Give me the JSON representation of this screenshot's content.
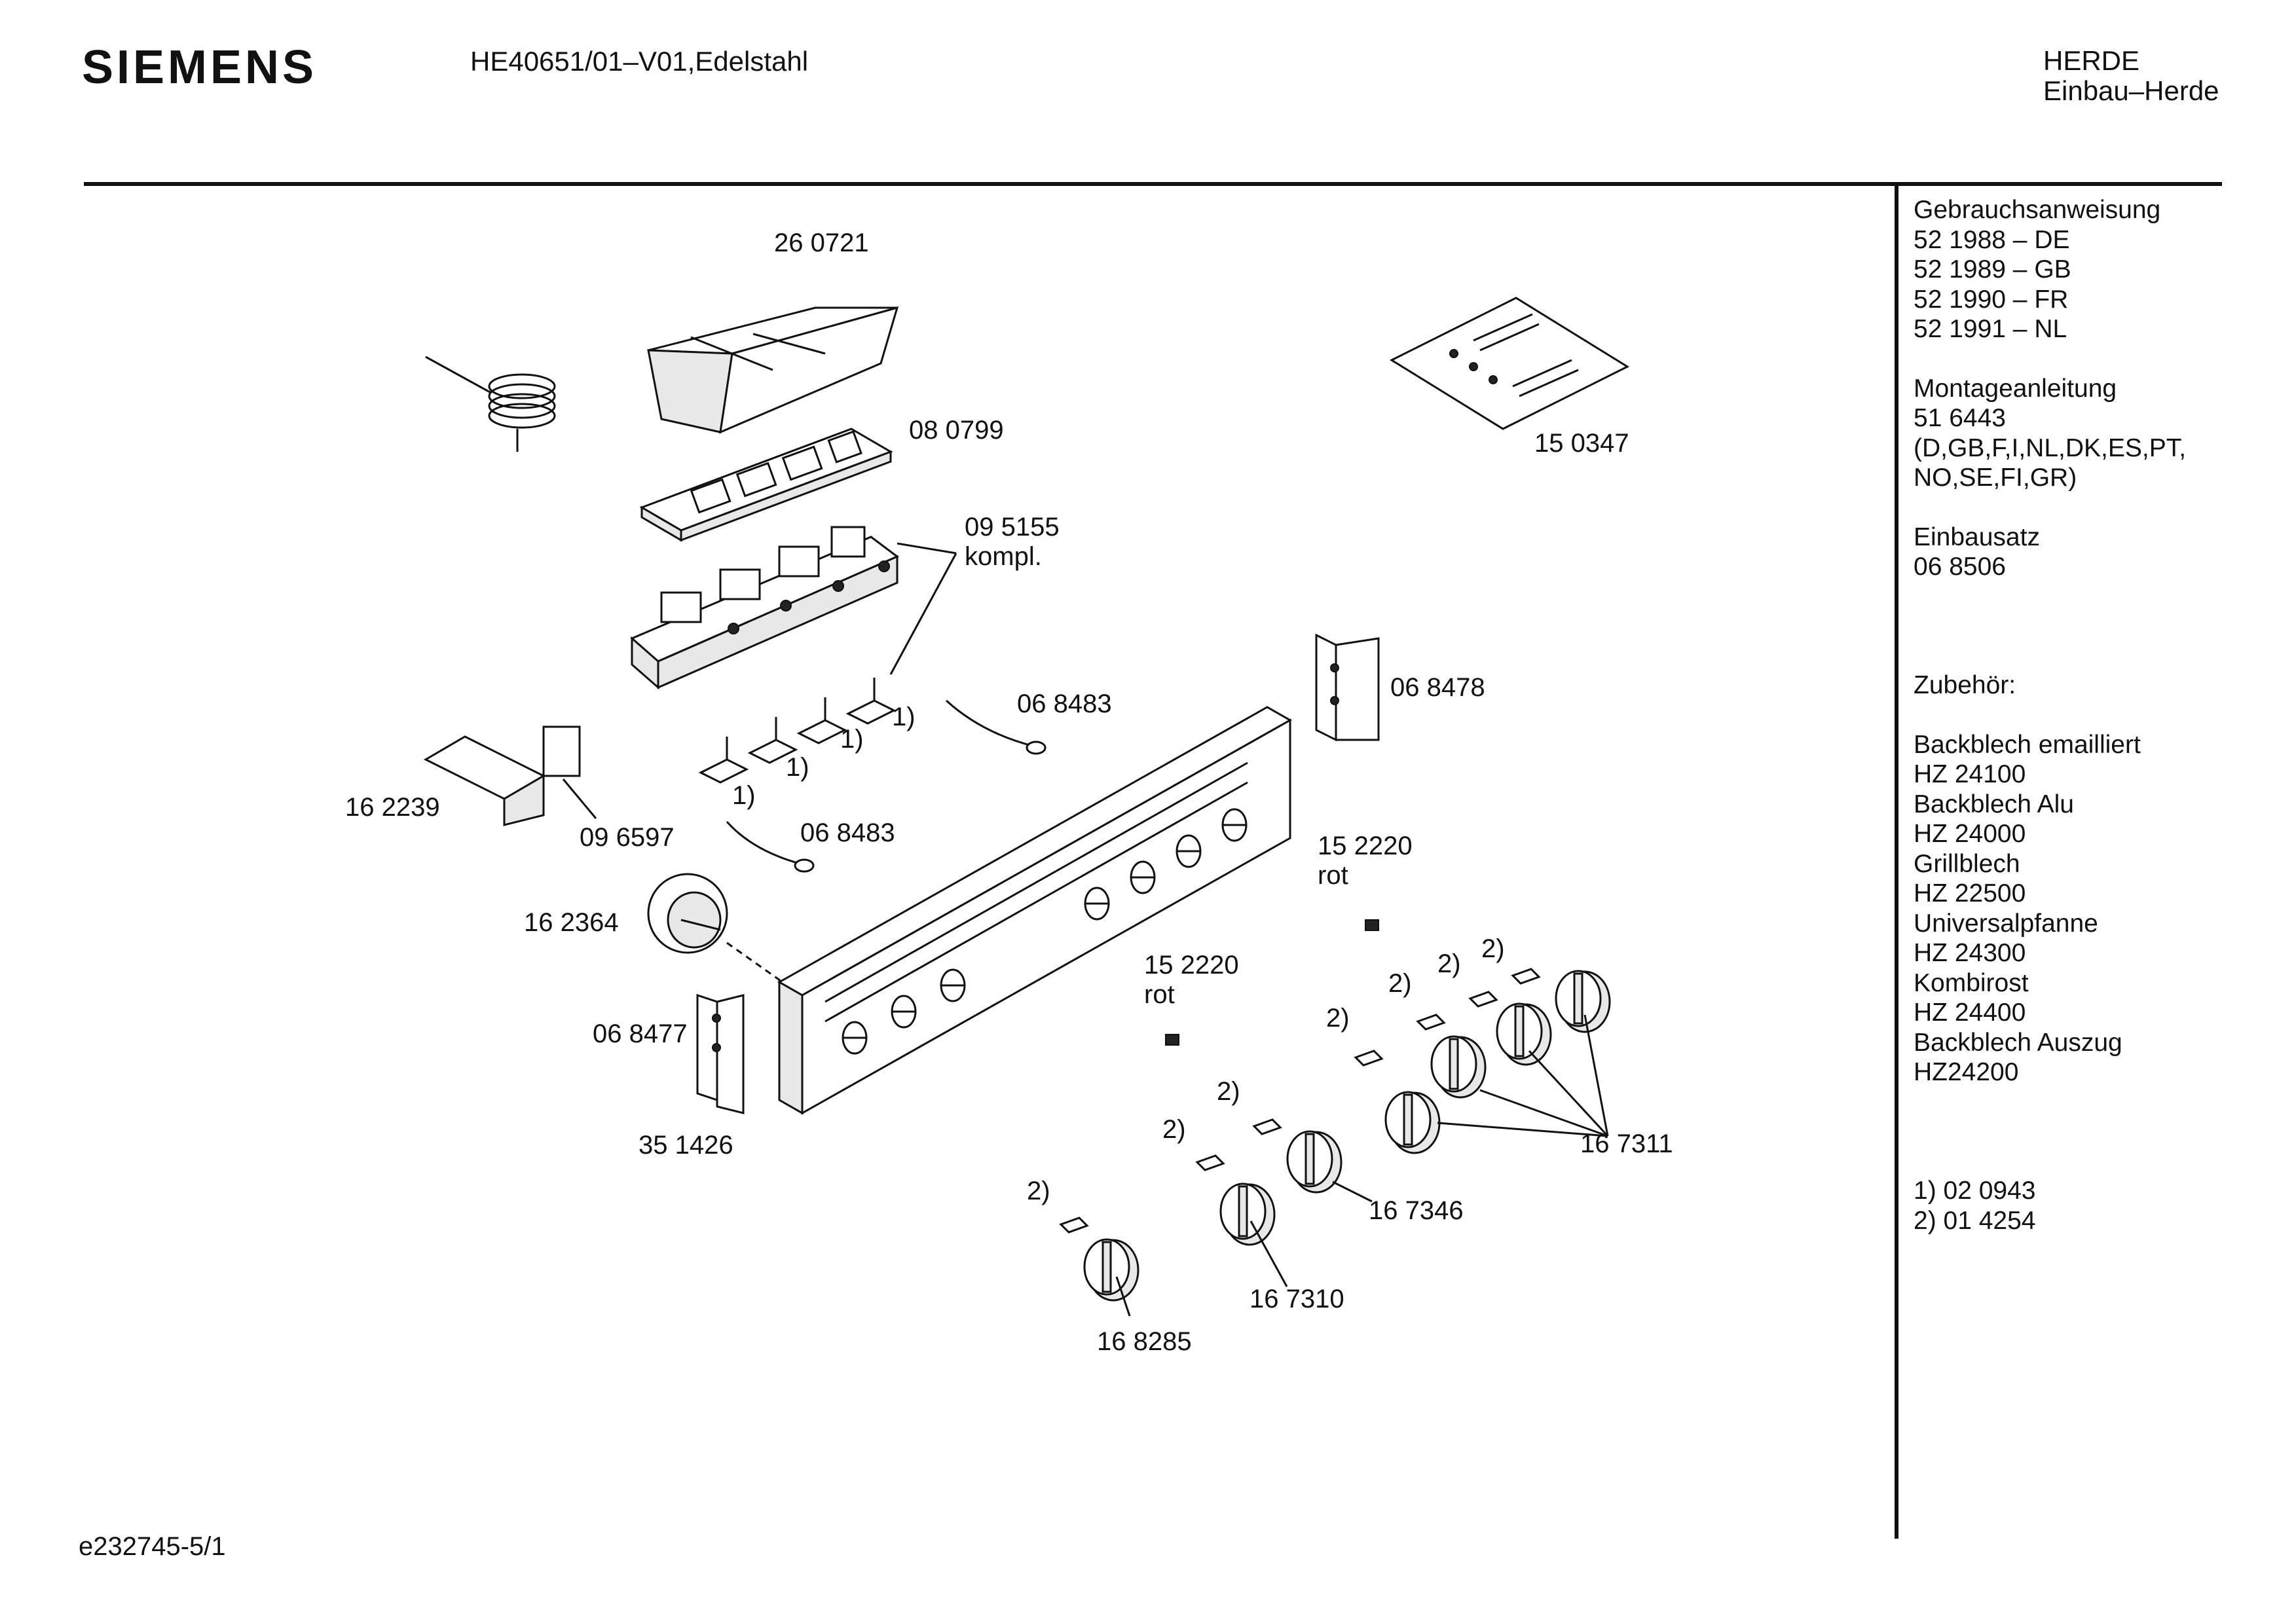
{
  "header": {
    "brand": "SIEMENS",
    "model": "HE40651/01–V01,Edelstahl",
    "category_1": "HERDE",
    "category_2": "Einbau–Herde"
  },
  "sidebar": {
    "blocks": [
      {
        "lines": [
          "Gebrauchsanweisung",
          "52 1988 – DE",
          "52 1989 – GB",
          "52 1990 – FR",
          "52 1991 – NL"
        ]
      },
      {
        "lines": [
          "Montageanleitung",
          "51 6443",
          "(D,GB,F,I,NL,DK,ES,PT,",
          "NO,SE,FI,GR)"
        ]
      },
      {
        "lines": [
          "Einbausatz",
          "06 8506"
        ]
      },
      {
        "lines": [
          ""
        ]
      },
      {
        "lines": [
          "Zubehör:"
        ]
      },
      {
        "lines": [
          "Backblech emailliert",
          "HZ 24100",
          "Backblech Alu",
          "HZ 24000",
          "Grillblech",
          "HZ 22500",
          "Universalpfanne",
          "HZ 24300",
          "Kombirost",
          "HZ 24400",
          "Backblech Auszug",
          "HZ24200"
        ]
      },
      {
        "lines": [
          ""
        ]
      },
      {
        "lines": [
          "1)  02 0943",
          "2)  01 4254"
        ]
      }
    ]
  },
  "parts": {
    "p260721": "26 0721",
    "p080799": "08 0799",
    "p095155": "09 5155",
    "p095155b": "kompl.",
    "p150347": "15 0347",
    "p068483a": "06 8483",
    "p068483b": "06 8483",
    "p068478": "06 8478",
    "p162239": "16 2239",
    "p096597": "09 6597",
    "p162364": "16 2364",
    "p152220a": "15 2220",
    "p152220a_rot": "rot",
    "p152220b": "15 2220",
    "p152220b_rot": "rot",
    "p068477": "06 8477",
    "p351426": "35 1426",
    "p167311": "16 7311",
    "p167346": "16 7346",
    "p167310": "16 7310",
    "p168285": "16 8285"
  },
  "footnote_marks": {
    "one": "1)",
    "two": "2)"
  },
  "footer": {
    "code": "e232745-5/1"
  }
}
